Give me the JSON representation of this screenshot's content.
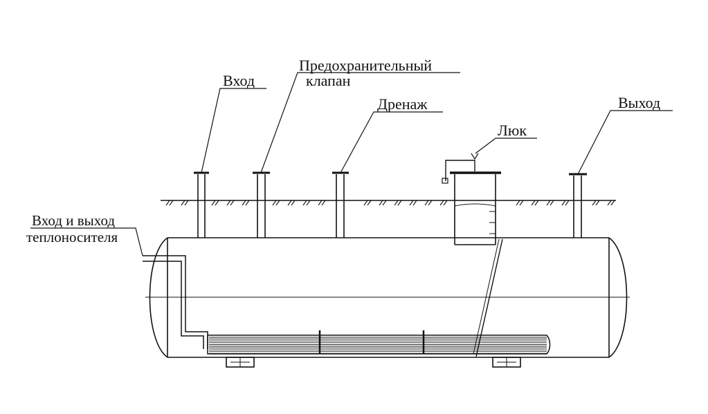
{
  "labels": {
    "inlet": "Вход",
    "safety_valve_line1": "Предохранительный",
    "safety_valve_line2": "клапан",
    "drain": "Дренаж",
    "hatch": "Люк",
    "outlet": "Выход",
    "heat_carrier_line1": "Вход и выход",
    "heat_carrier_line2": "теплоносителя"
  },
  "colors": {
    "ink": "#111111",
    "background": "#ffffff"
  }
}
